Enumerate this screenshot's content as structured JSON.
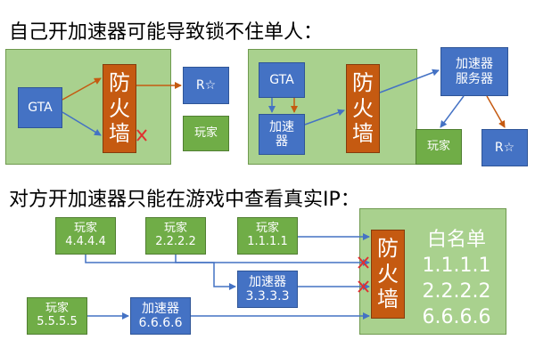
{
  "titles": {
    "top": "自己开加速器可能导致锁不住单人：",
    "bottom": "对方开加速器只能在游戏中查看真实IP："
  },
  "left_scenario": {
    "gta": "GTA",
    "firewall": [
      "防",
      "火",
      "墙"
    ],
    "r_star": "R☆",
    "player": "玩家"
  },
  "right_scenario": {
    "gta": "GTA",
    "accelerator": [
      "加速",
      "器"
    ],
    "firewall": [
      "防",
      "火",
      "墙"
    ],
    "server": [
      "加速器",
      "服务器"
    ],
    "player": "玩家",
    "r_star": "R☆"
  },
  "bottom_scenario": {
    "players": [
      {
        "label": "玩家",
        "ip": "4.4.4.4"
      },
      {
        "label": "玩家",
        "ip": "2.2.2.2"
      },
      {
        "label": "玩家",
        "ip": "1.1.1.1"
      },
      {
        "label": "玩家",
        "ip": "5.5.5.5"
      }
    ],
    "accelerators": [
      {
        "label": "加速器",
        "ip": "3.3.3.3"
      },
      {
        "label": "加速器",
        "ip": "6.6.6.6"
      }
    ],
    "firewall": [
      "防",
      "火",
      "墙"
    ],
    "whitelist_title": "白名单",
    "whitelist": [
      "1.1.1.1",
      "2.2.2.2",
      "6.6.6.6"
    ]
  },
  "colors": {
    "panel": "#a9d18e",
    "blue_box": "#4472c4",
    "green_box": "#70ad47",
    "firewall": "#c55a11",
    "blocked_mark": "#e03030",
    "arrow_blue": "#4472c4",
    "arrow_orange": "#c55a11"
  }
}
